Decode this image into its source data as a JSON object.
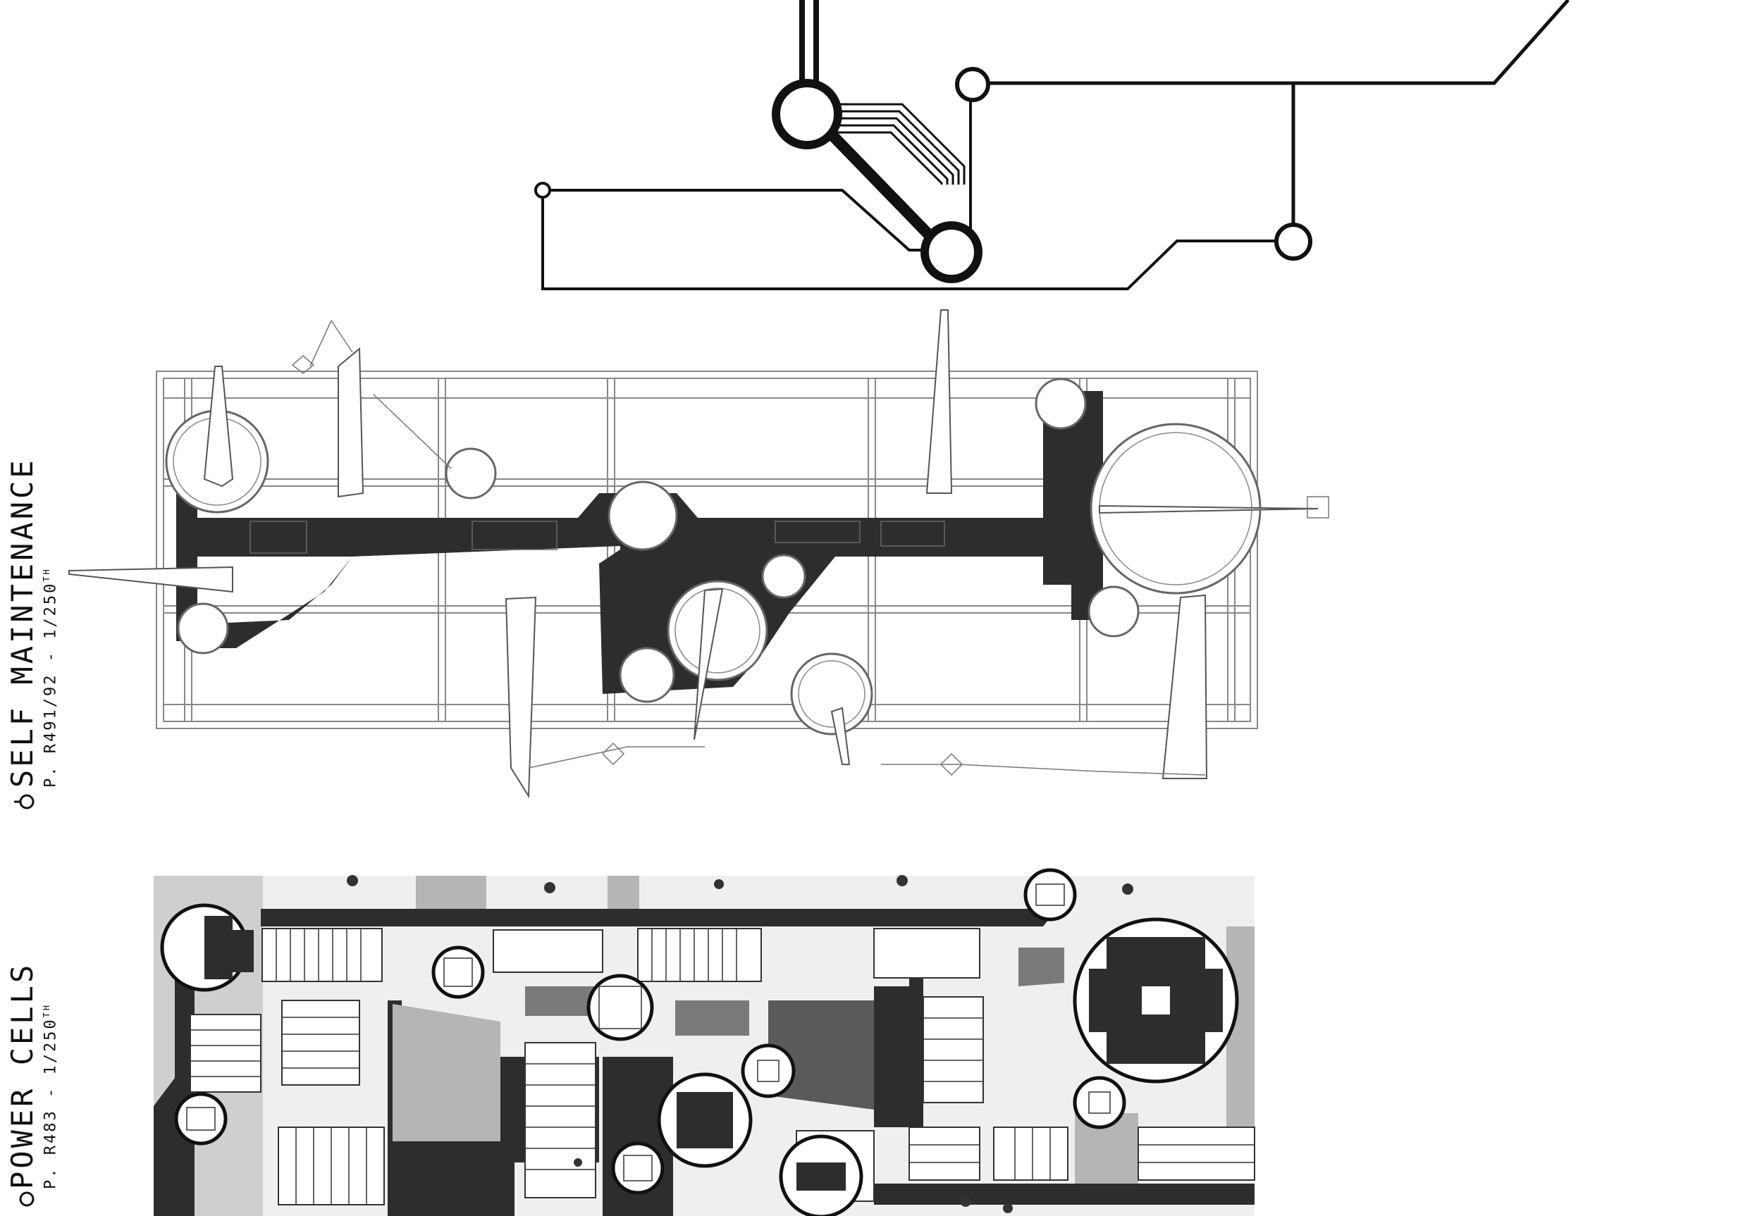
{
  "labels": {
    "self_maintenance": {
      "title": "SELF MAINTENANCE",
      "sub": "P. R491/92 - 1/250",
      "sup": "TH"
    },
    "power_cells": {
      "title": "POWER CELLS",
      "sub": "P. R483 - 1/250",
      "sup": "TH"
    }
  },
  "colors": {
    "ink": "#111111",
    "dark_fill": "#2d2d2d",
    "mid_grey": "#7a7a7a",
    "light_grey": "#b5b5b5",
    "pale_grey": "#d8d8d8",
    "paper": "#ffffff"
  },
  "icons": [
    "node-circle-icon",
    "marker-circle-icon"
  ]
}
